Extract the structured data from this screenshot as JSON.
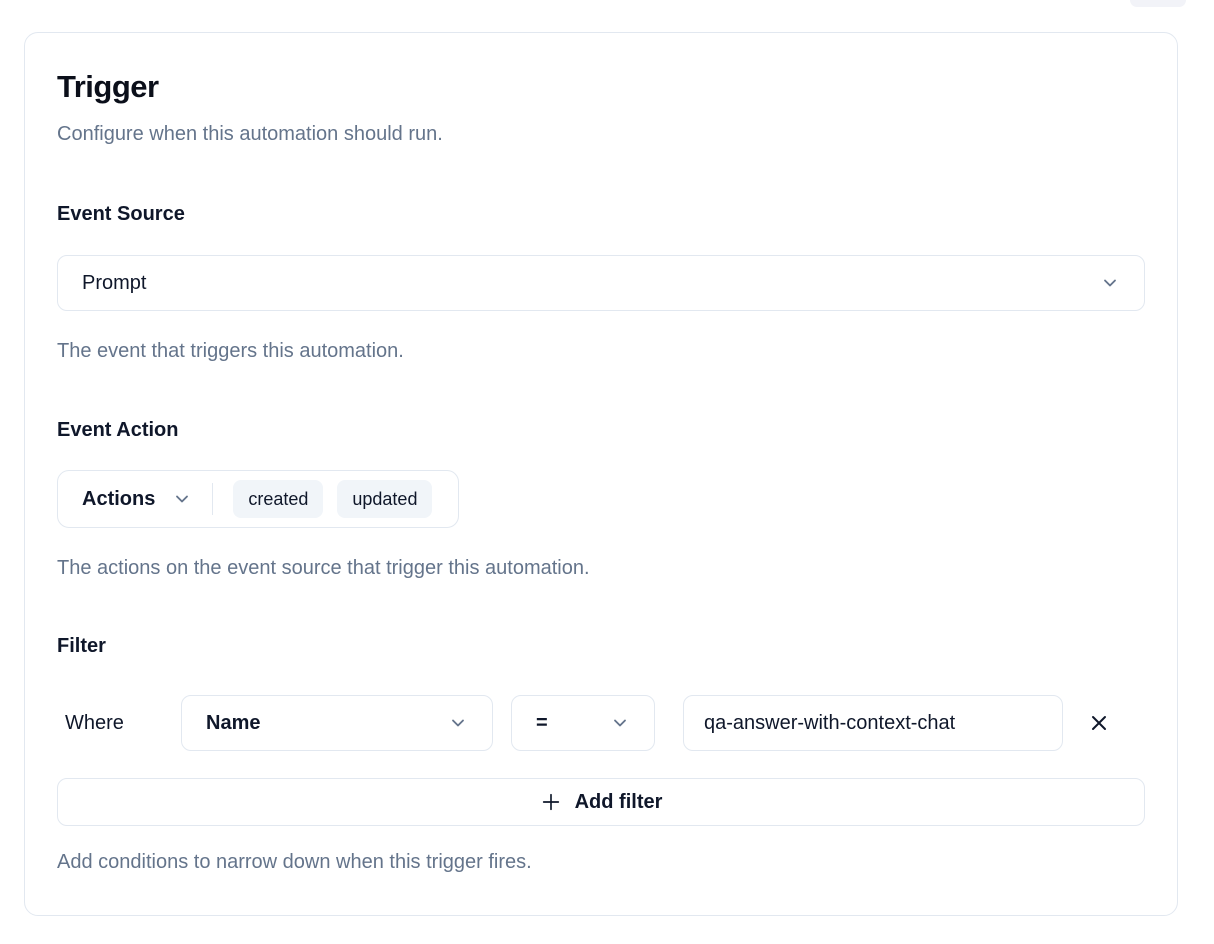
{
  "card": {
    "title": "Trigger",
    "subtitle": "Configure when this automation should run."
  },
  "event_source": {
    "label": "Event Source",
    "value": "Prompt",
    "helper": "The event that triggers this automation."
  },
  "event_action": {
    "label": "Event Action",
    "dropdown_label": "Actions",
    "selected": [
      "created",
      "updated"
    ],
    "helper": "The actions on the event source that trigger this automation."
  },
  "filter": {
    "label": "Filter",
    "where_label": "Where",
    "rows": [
      {
        "field": "Name",
        "operator": "=",
        "value": "qa-answer-with-context-chat"
      }
    ],
    "add_button_label": "Add filter",
    "helper": "Add conditions to narrow down when this trigger fires."
  },
  "icons": {
    "chevron_down": "chevron-down-icon",
    "close": "close-icon",
    "plus": "plus-icon"
  },
  "colors": {
    "text_dark": "#0f172a",
    "text_muted": "#64748b",
    "border": "#e2e8f0",
    "chip_bg": "#f1f5f9",
    "card_bg": "#ffffff"
  }
}
